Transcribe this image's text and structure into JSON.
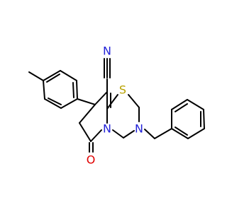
{
  "molecule": {
    "atom_colors": {
      "N": "#2323d8",
      "O": "#e00000",
      "S": "#b8a200",
      "C": "#000000"
    },
    "labels": {
      "nitrile_n": "N",
      "ring_n_upper": "N",
      "ring_n_lower": "N",
      "sulfur": "S",
      "carbonyl_o": "O"
    }
  }
}
